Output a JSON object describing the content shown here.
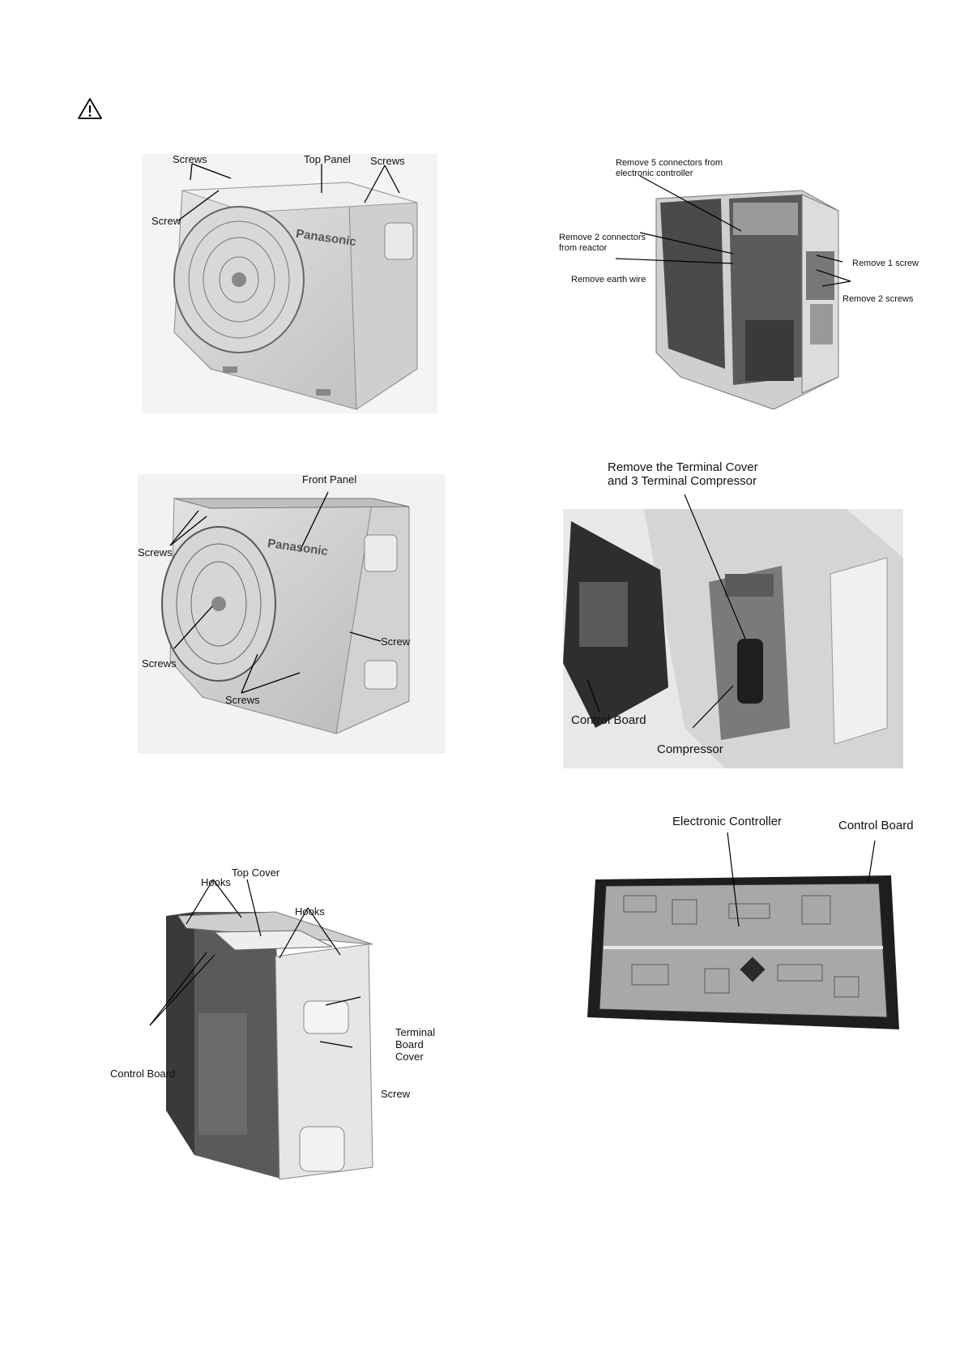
{
  "page": {
    "warning_icon": "warning-triangle-icon"
  },
  "figures": {
    "fig1": {
      "labels": {
        "screws_left": "Screws",
        "top_panel": "Top Panel",
        "screws_right": "Screws",
        "screw": "Screw",
        "brand": "Panasonic"
      }
    },
    "fig2": {
      "labels": {
        "connectors_ec": "Remove 5 connectors from\nelectronic controller",
        "connectors_reactor": "Remove 2 connectors\nfrom reactor",
        "earth_wire": "Remove earth wire",
        "one_screw": "Remove 1 screw",
        "two_screws": "Remove 2 screws"
      }
    },
    "fig3": {
      "labels": {
        "front_panel": "Front Panel",
        "screws_top": "Screws",
        "screw_right": "Screw",
        "screws_mid": "Screws",
        "screws_bottom": "Screws",
        "brand": "Panasonic"
      }
    },
    "fig4": {
      "labels": {
        "terminal_cover": "Remove the Terminal Cover\nand 3 Terminal Compressor",
        "control_board": "Control Board",
        "compressor": "Compressor"
      }
    },
    "fig5": {
      "labels": {
        "hooks_left": "Hooks",
        "top_cover": "Top Cover",
        "hooks_right": "Hooks",
        "control_board": "Control Board",
        "terminal_board_cover": "Terminal\nBoard\nCover",
        "screw": "Screw"
      }
    },
    "fig6": {
      "labels": {
        "electronic_controller": "Electronic Controller",
        "control_board": "Control Board"
      }
    }
  }
}
